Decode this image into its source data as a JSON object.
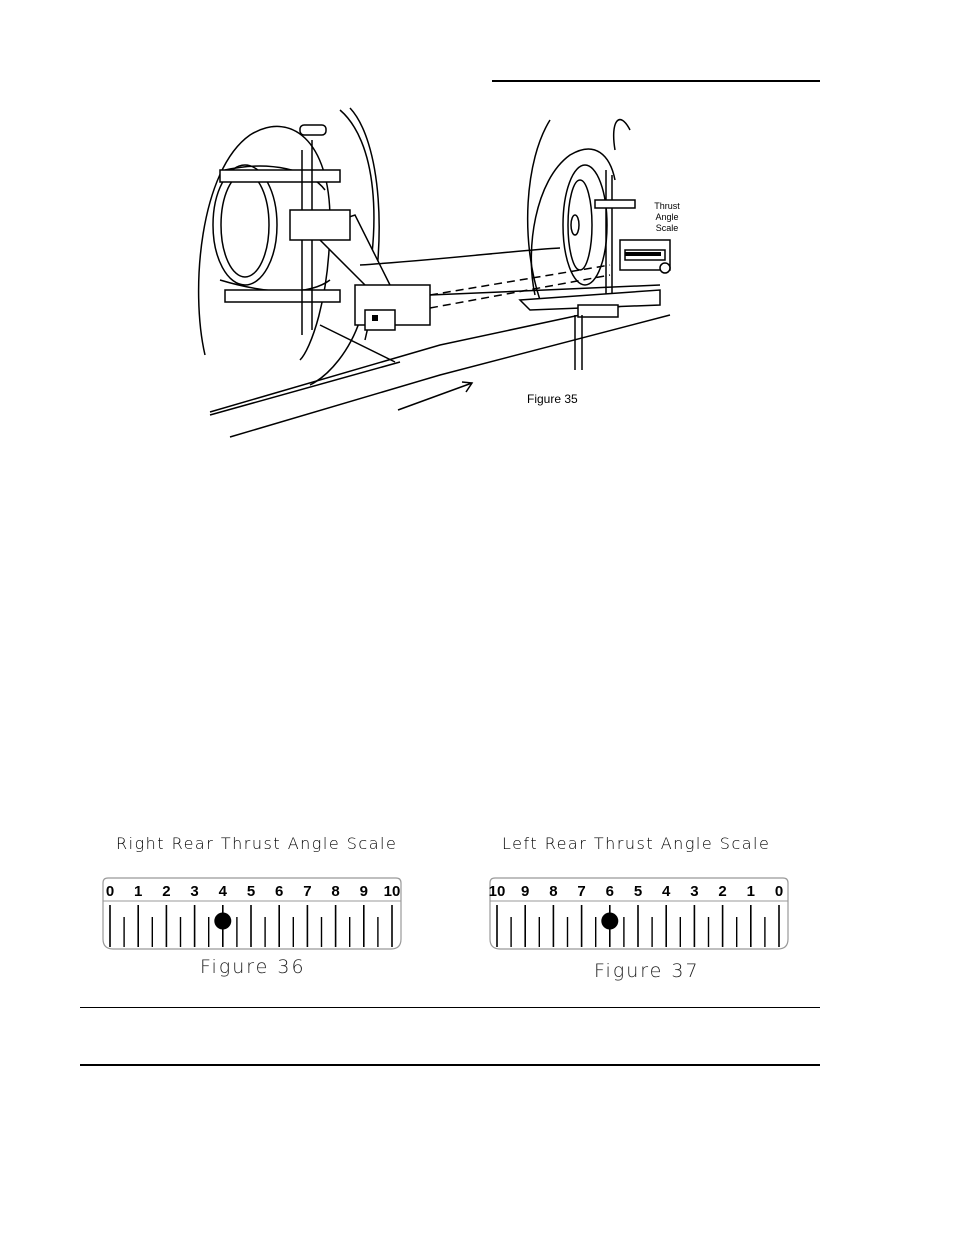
{
  "figure35": {
    "caption": "Figure 35",
    "callout": [
      "Thrust",
      "Angle",
      "Scale"
    ]
  },
  "figure36": {
    "title": "Right Rear Thrust Angle Scale",
    "caption": "Figure 36",
    "ticks": [
      "0",
      "1",
      "2",
      "3",
      "4",
      "5",
      "6",
      "7",
      "8",
      "9",
      "10"
    ],
    "reading": 4
  },
  "figure37": {
    "title": "Left Rear Thrust Angle Scale",
    "caption": "Figure 37",
    "ticks": [
      "10",
      "9",
      "8",
      "7",
      "6",
      "5",
      "4",
      "3",
      "2",
      "1",
      "0"
    ],
    "reading": 6
  }
}
